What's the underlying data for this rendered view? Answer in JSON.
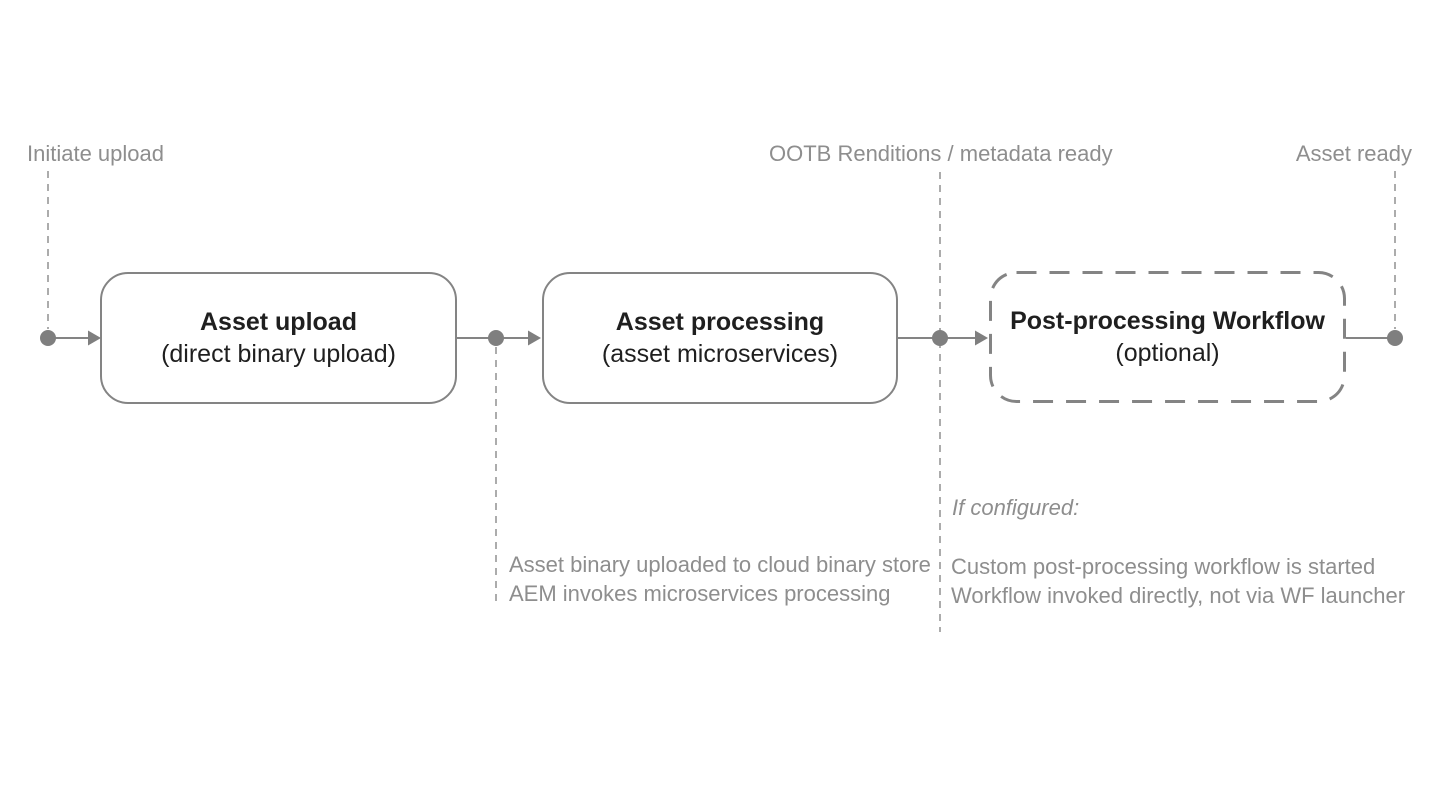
{
  "diagram": {
    "milestones": [
      {
        "id": "initiate-upload",
        "label": "Initiate upload"
      },
      {
        "id": "ootb-ready",
        "label": "OOTB Renditions / metadata ready"
      },
      {
        "id": "asset-ready",
        "label": "Asset ready"
      }
    ],
    "nodes": [
      {
        "id": "asset-upload",
        "title": "Asset upload",
        "subtitle": "(direct binary upload)",
        "border": "solid"
      },
      {
        "id": "asset-processing",
        "title": "Asset processing",
        "subtitle": "(asset microservices)",
        "border": "solid"
      },
      {
        "id": "post-processing-workflow",
        "title": "Post-processing Workflow",
        "subtitle": "(optional)",
        "border": "dashed"
      }
    ],
    "annotations": [
      {
        "id": "processing-note",
        "lines": [
          "Asset binary uploaded to cloud binary store",
          "AEM invokes microservices processing"
        ]
      },
      {
        "id": "postprocess-note",
        "intro": "If configured:",
        "lines": [
          "Custom post-processing workflow is started",
          "Workflow invoked directly, not via WF launcher"
        ]
      }
    ]
  },
  "colors": {
    "bg": "#ffffff",
    "line": "#848484",
    "dot": "#7f7f7f",
    "guide": "#979797",
    "label": "#8e8e8e",
    "ink": "#1f1f1f"
  }
}
